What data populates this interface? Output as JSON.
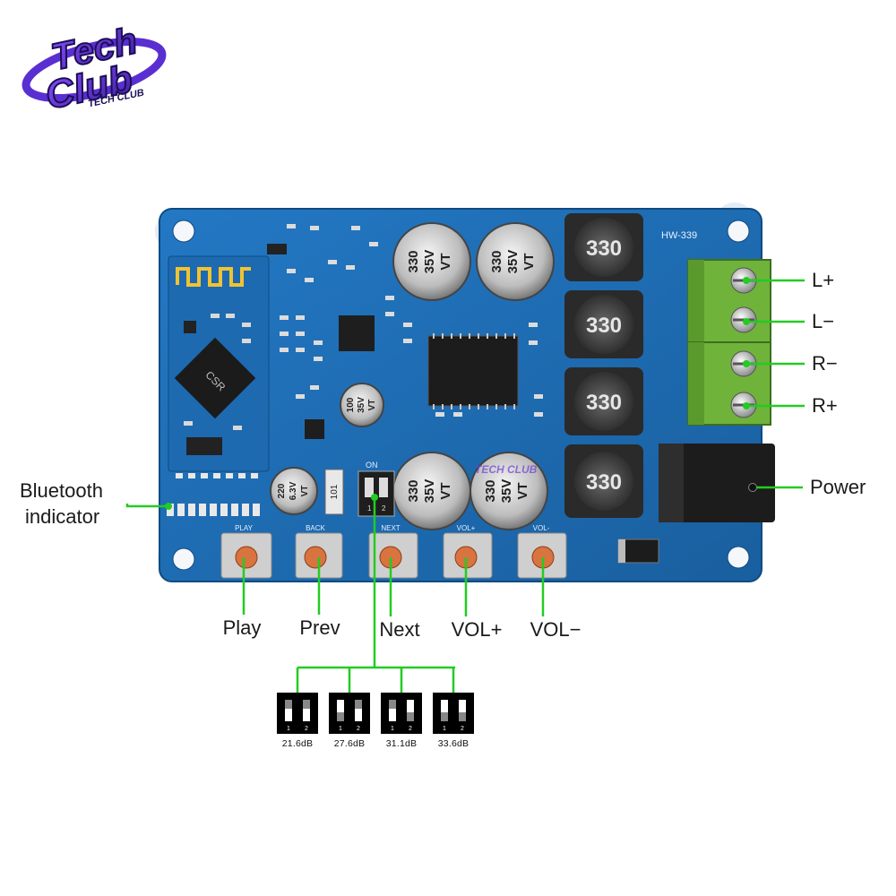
{
  "logo": {
    "line1": "Tech",
    "line2": "Club",
    "tagline": "TECH CLUB",
    "watermark": "TECH CLUB"
  },
  "board": {
    "model": "HW-339",
    "cap_large": "330\n35V\nVT",
    "cap_100": "100\n35V\nVT",
    "cap_220": "220\n6.3V\nVT",
    "inductor": "330",
    "dip_on": "ON",
    "dip_pos": [
      "1",
      "2"
    ],
    "button_silk": [
      "PLAY",
      "BACK",
      "NEXT",
      "VOL+",
      "VOL-"
    ]
  },
  "labels": {
    "l_plus": "L+",
    "l_minus": "L−",
    "r_minus": "R−",
    "r_plus": "R+",
    "power": "Power",
    "bt_line1": "Bluetooth",
    "bt_line2": "indicator",
    "play": "Play",
    "prev": "Prev",
    "next": "Next",
    "vol_plus": "VOL+",
    "vol_minus": "VOL−"
  },
  "gain_settings": [
    {
      "gain": "21.6dB",
      "switch_labels": [
        "1",
        "2"
      ]
    },
    {
      "gain": "27.6dB",
      "switch_labels": [
        "1",
        "2"
      ]
    },
    {
      "gain": "31.1dB",
      "switch_labels": [
        "1",
        "2"
      ]
    },
    {
      "gain": "33.6dB",
      "switch_labels": [
        "1",
        "2"
      ]
    }
  ],
  "colors": {
    "pcb": "#1f6fb8",
    "callout": "#22cc22",
    "terminal": "#6fb33b",
    "background": "#ffffff"
  }
}
